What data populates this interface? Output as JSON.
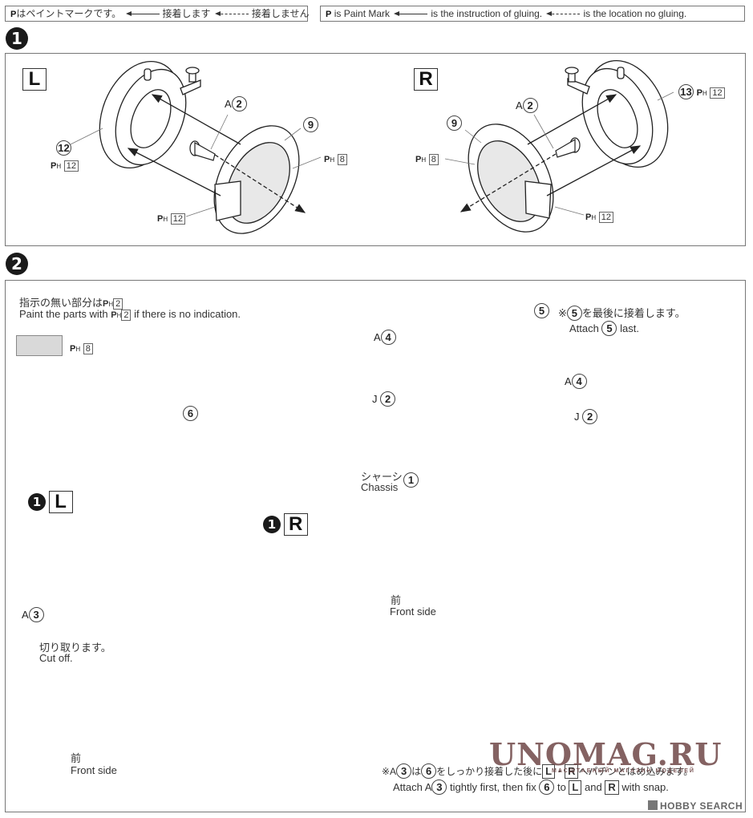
{
  "legend_jp": {
    "paint_mark": "P",
    "paint_text": "はペイントマークです。",
    "glue_text": "接着します",
    "noglue_text": "接着しません"
  },
  "legend_en": {
    "paint_mark": "P",
    "paint_text": "is Paint Mark",
    "glue_text": "is the instruction of gluing.",
    "noglue_text": "is the location no gluing."
  },
  "step1": {
    "number": "1",
    "left": {
      "side_label": "L",
      "parts": [
        {
          "id": "12",
          "paint": "12"
        },
        {
          "id": "9",
          "paint": "8"
        },
        {
          "id": "A2",
          "prefix": "A",
          "num": "2"
        }
      ],
      "pad_paint": "12"
    },
    "right": {
      "side_label": "R",
      "parts": [
        {
          "id": "13",
          "paint": "12"
        },
        {
          "id": "9",
          "paint": "8"
        },
        {
          "id": "A2",
          "prefix": "A",
          "num": "2"
        }
      ],
      "pad_paint": "12"
    }
  },
  "step2": {
    "number": "2",
    "note_jp_prefix": "指示の無い部分は",
    "note_jp_paint": "2",
    "note_en_prefix": "Paint the parts with",
    "note_en_paint": "2",
    "note_en_suffix": "if there is no indication.",
    "swatch_paint": "8",
    "parts": {
      "p6": "6",
      "p5": "5",
      "a4_prefix": "A",
      "a4_num": "4",
      "j2_prefix": "J",
      "j2_num": "2",
      "a3_prefix": "A",
      "a3_num": "3",
      "p1": "1"
    },
    "attach5_jp_prefix": "※",
    "attach5_jp_suffix": "を最後に接着します。",
    "attach5_en_prefix": "Attach",
    "attach5_en_suffix": "last.",
    "chassis_jp": "シャーシ",
    "chassis_en": "Chassis",
    "front_jp": "前",
    "front_en": "Front side",
    "cut_jp": "切り取ります。",
    "cut_en": "Cut off.",
    "ref_step": "1",
    "ref_left": "L",
    "ref_right": "R",
    "bottom_jp_1": "※A",
    "bottom_jp_2": "は",
    "bottom_jp_3": "をしっかり接着した後に",
    "bottom_jp_4": "へパチンとはめ込みます。",
    "bottom_en_1": "Attach A",
    "bottom_en_2": "tightly first, then fix",
    "bottom_en_3": "to",
    "bottom_en_4": "and",
    "bottom_en_5": "with snap."
  },
  "watermark": {
    "title": "UNOMAG.RU",
    "subtitle": "МАСШТАБНЫЙ МАГАЗИН МОДЕЛЕЙ"
  },
  "credit": "HOBBY SEARCH"
}
